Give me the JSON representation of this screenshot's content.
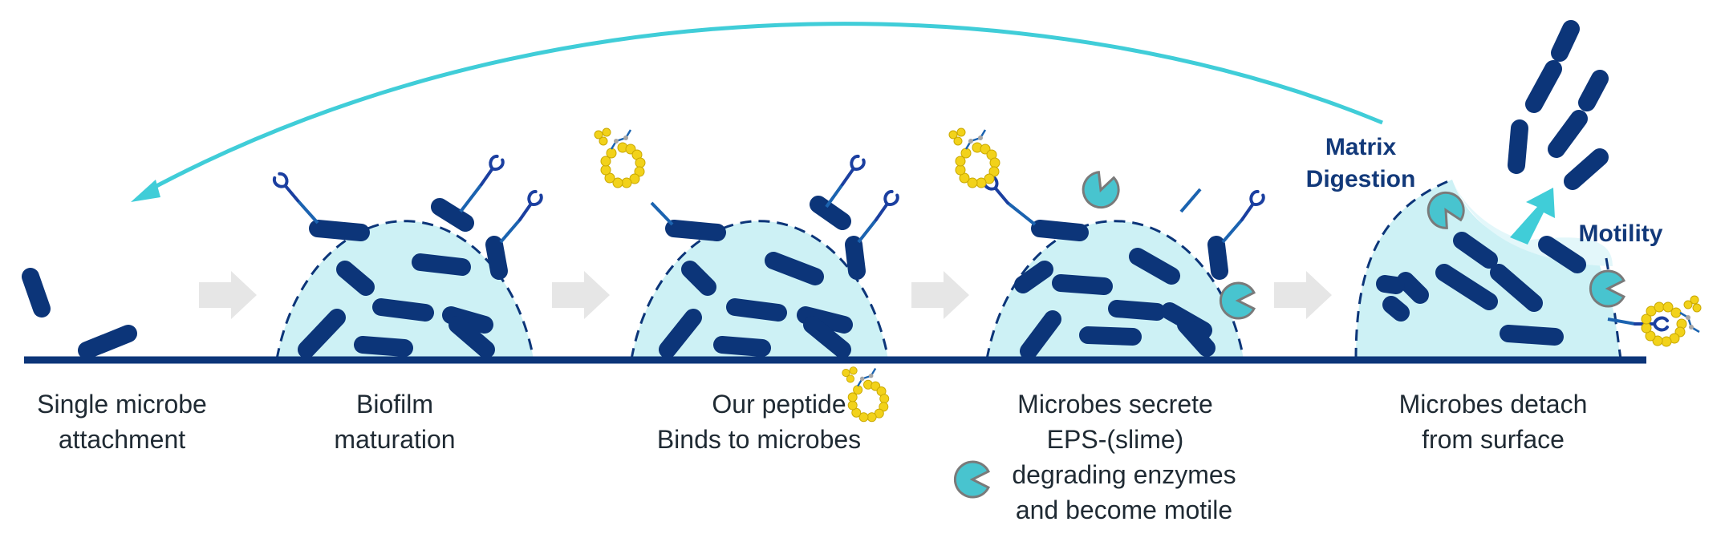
{
  "captions": {
    "stage1": [
      "Single microbe",
      "attachment"
    ],
    "stage2": [
      "Biofilm",
      "maturation"
    ],
    "stage3": [
      "Our peptide",
      "Binds to microbes"
    ],
    "stage4": [
      "Microbes secrete",
      "EPS-(slime)",
      "degrading enzymes",
      "and become motile"
    ],
    "stage5": [
      "Microbes detach",
      "from surface"
    ]
  },
  "labels": {
    "matrix_digestion": [
      "Matrix",
      "Digestion"
    ],
    "motility": "Motility"
  },
  "colors": {
    "microbe": "#0c3579",
    "biofilm_fill": "#cdf1f5",
    "surface": "#0c3579",
    "cycle_arrow": "#40cdd8",
    "step_arrow": "#e6e6e6",
    "enzyme": "#48c4cf",
    "peptide": "#f2d21a",
    "receptor": "#1b63b0"
  },
  "icons": [
    "microbe-rod-icon",
    "receptor-icon",
    "peptide-icon",
    "enzyme-icon",
    "step-arrow-icon",
    "cycle-arrow-icon",
    "motility-arrow-icon"
  ]
}
